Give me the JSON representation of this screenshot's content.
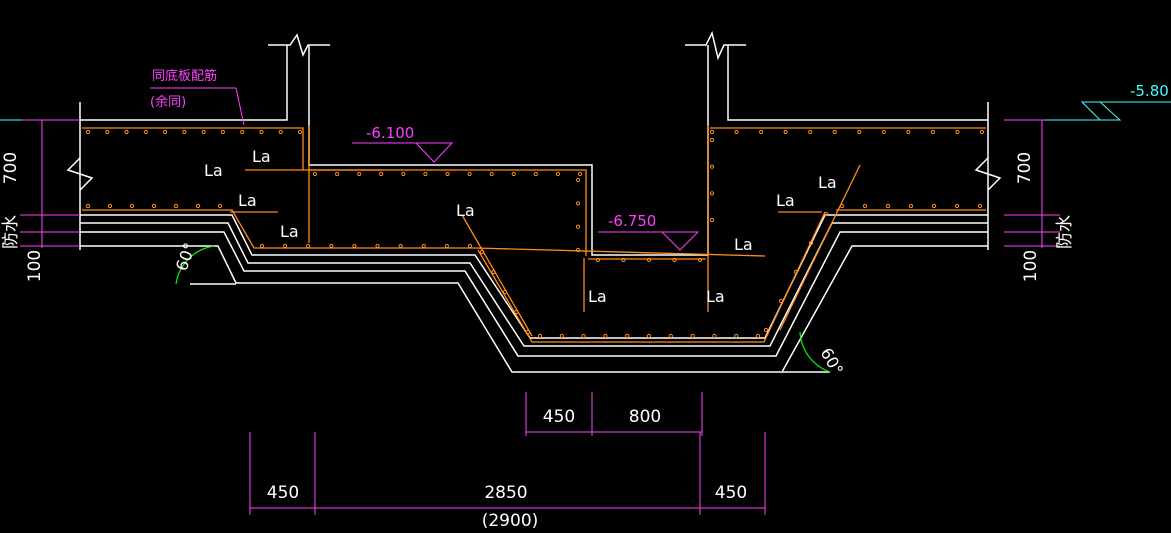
{
  "drawing": {
    "note_line1": "同底板配筋",
    "note_line2": "(余同)",
    "elev_left": "-6.100",
    "elev_mid": "-6.750",
    "elev_right": "-5.80",
    "anchor_label": "La",
    "angle_left": "60°",
    "angle_right": "60°",
    "left_dims": {
      "d700": "700",
      "d_waterproof": "防水",
      "d100": "100"
    },
    "right_dims": {
      "d700": "700",
      "d_waterproof": "防水",
      "d100": "100"
    },
    "dims_upper": {
      "a": "450",
      "b": "800"
    },
    "dims_lower": {
      "a": "450",
      "b": "2850",
      "c": "450",
      "total": "(2900)"
    }
  },
  "colors": {
    "concrete": "#ffffff",
    "rebar": "#ff8c1a",
    "dimension": "#ff40ff",
    "reference": "#40ffff",
    "arc": "#00ff00"
  }
}
